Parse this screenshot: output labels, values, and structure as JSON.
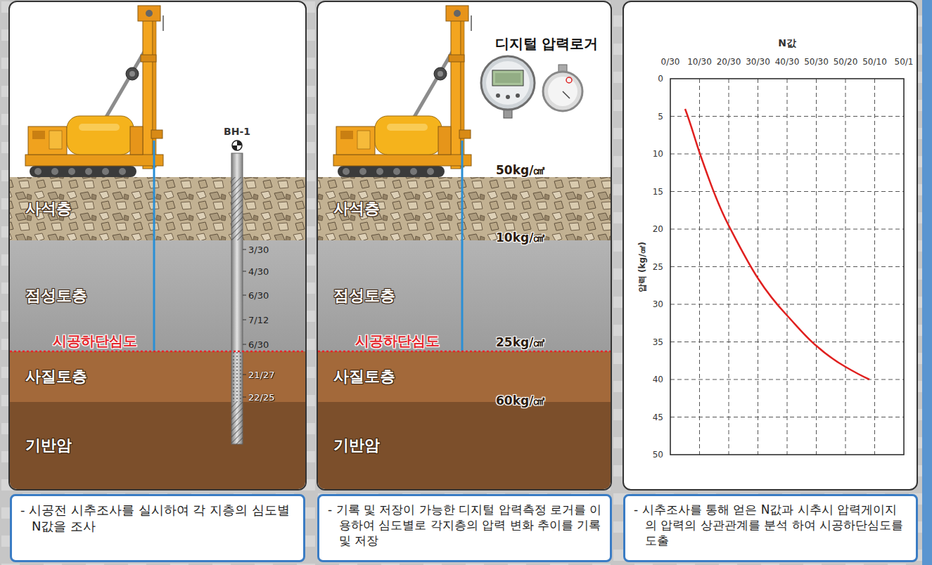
{
  "diagram": {
    "nodes": [
      {
        "text": [
          "BH-1"
        ]
      },
      {
        "text": [
          "사석층"
        ],
        "in": 0
      },
      {
        "text": [
          "점성토층"
        ],
        "in": 0
      },
      {
        "text": [
          "사질토층"
        ],
        "in": 0
      },
      {
        "text": [
          "기반암"
        ],
        "in": 0
      },
      {
        "text": [
          "디지털 압력로거"
        ]
      },
      {
        "text": [
          "사석층"
        ],
        "in": 5
      },
      {
        "text": [
          "점성토층"
        ],
        "in": 5
      },
      {
        "text": [
          "사질토층"
        ],
        "in": 5
      },
      {
        "text": [
          "기반암"
        ],
        "in": 5
      },
      {
        "text": [
          "N값"
        ]
      },
      {
        "text": [
          "- 시공전 시추조사를 실시하여 각 지층의 심도별 N값을 조사"
        ]
      },
      {
        "text": [
          "- 기록 및 저장이 가능한 디지털 압력측정 로거를 이용하여 심도별로 각지층의 압력 변화 추이를 기록 및 저장"
        ]
      },
      {
        "text": [
          "- 시추조사를 통해 얻은 N값과 시추시 압력게이지의 압력의 상관관계를 분석 하여 시공하단심도를 도출"
        ]
      }
    ],
    "labels": [
      "3/30",
      "4/30",
      "6/30",
      "7/12",
      "6/30",
      "21/27",
      "22/25",
      "시공하단심도",
      "50kg/㎠",
      "10kg/㎠",
      "시공하단심도",
      "25kg/㎠",
      "60kg/㎠",
      "0/30",
      "10/30",
      "20/30",
      "30/30",
      "40/30",
      "50/30",
      "50/20",
      "50/10",
      "50/1",
      "0",
      "5",
      "10",
      "15",
      "20",
      "25",
      "30",
      "35",
      "40",
      "45",
      "50",
      "압력 (kg/㎠)"
    ]
  }
}
